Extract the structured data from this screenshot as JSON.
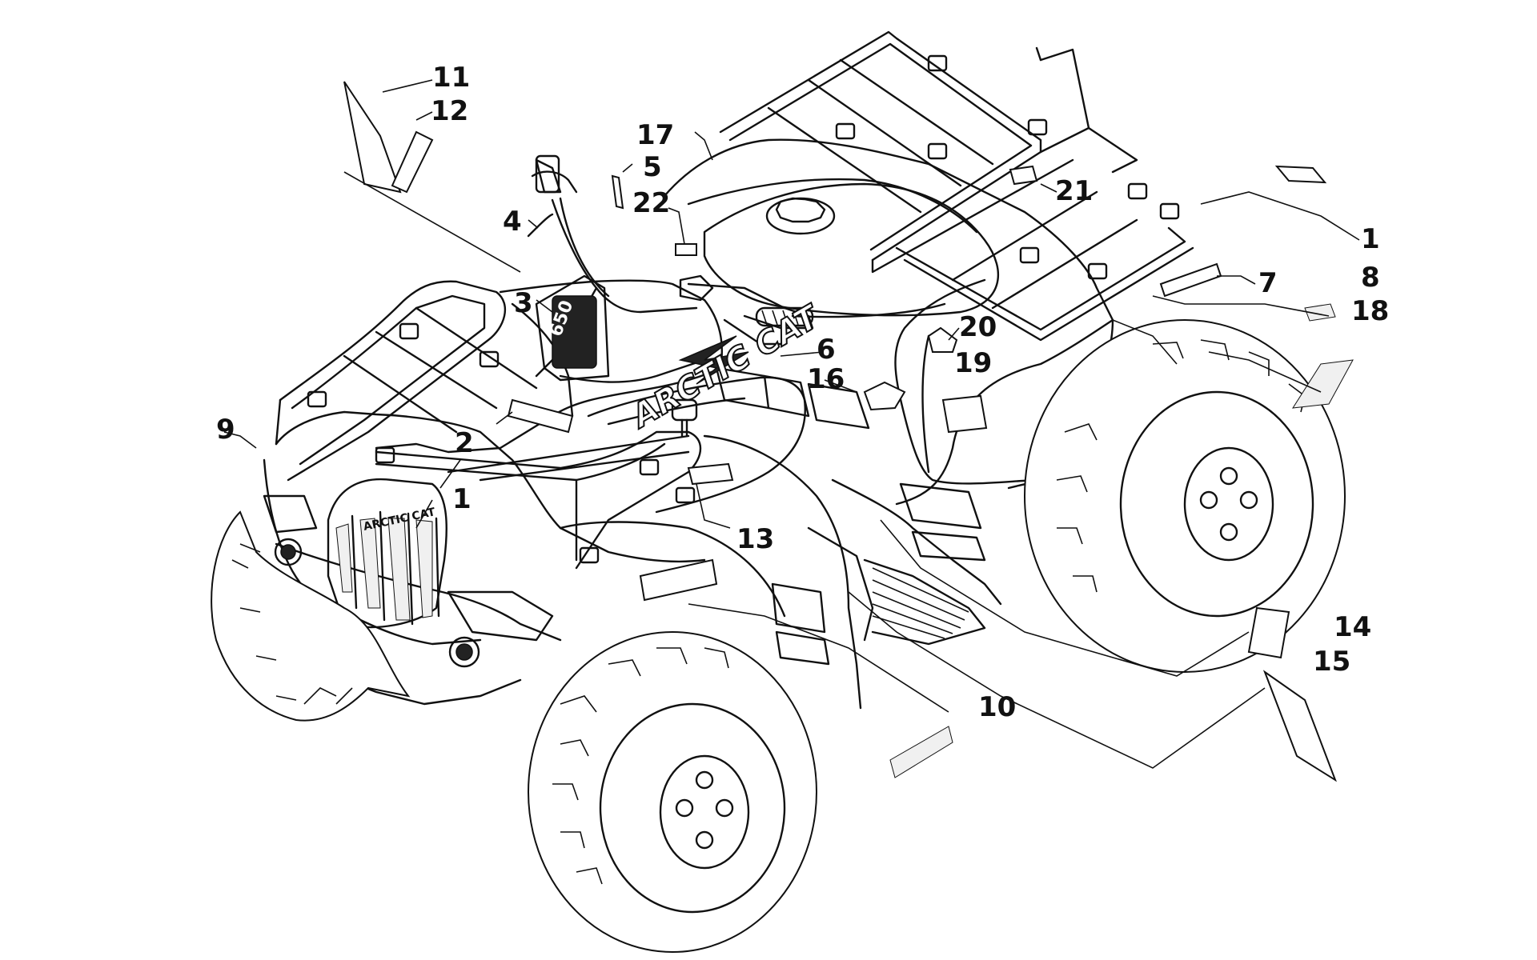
{
  "diagram": {
    "callouts": [
      {
        "id": "c11",
        "label": "11"
      },
      {
        "id": "c12",
        "label": "12"
      },
      {
        "id": "c17",
        "label": "17"
      },
      {
        "id": "c5",
        "label": "5"
      },
      {
        "id": "c22",
        "label": "22"
      },
      {
        "id": "c4",
        "label": "4"
      },
      {
        "id": "c3",
        "label": "3"
      },
      {
        "id": "c21",
        "label": "21"
      },
      {
        "id": "c1a",
        "label": "1"
      },
      {
        "id": "c7",
        "label": "7"
      },
      {
        "id": "c8",
        "label": "8"
      },
      {
        "id": "c18",
        "label": "18"
      },
      {
        "id": "c20",
        "label": "20"
      },
      {
        "id": "c6",
        "label": "6"
      },
      {
        "id": "c19",
        "label": "19"
      },
      {
        "id": "c16",
        "label": "16"
      },
      {
        "id": "c2",
        "label": "2"
      },
      {
        "id": "c9",
        "label": "9"
      },
      {
        "id": "c1b",
        "label": "1"
      },
      {
        "id": "c13",
        "label": "13"
      },
      {
        "id": "c14",
        "label": "14"
      },
      {
        "id": "c15",
        "label": "15"
      },
      {
        "id": "c10",
        "label": "10"
      }
    ],
    "brand_text": "ARCTIC CAT",
    "grille_text": "ARCTIC CAT",
    "pod_text": "650"
  }
}
